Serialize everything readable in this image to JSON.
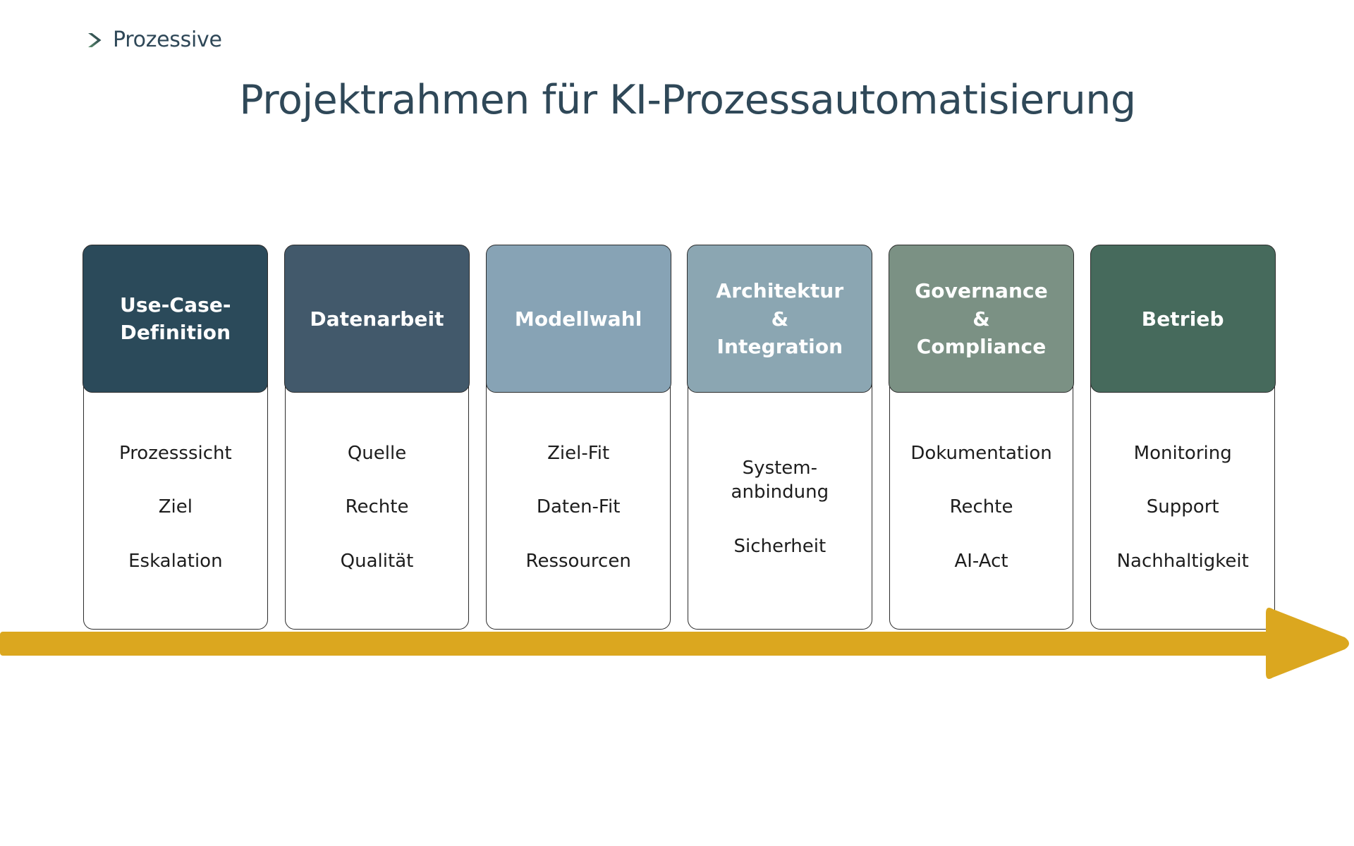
{
  "brand": {
    "logo_text": "Prozessive",
    "logo_icon": "chevron-right-icon",
    "logo_gradient_start": "#5d8f6f",
    "logo_gradient_end": "#1f3344",
    "title_color": "#2f4858"
  },
  "header": {
    "title": "Projektrahmen für KI-Prozessautomatisierung"
  },
  "diagram": {
    "type": "process-phases",
    "arrow": {
      "icon": "right-arrow",
      "color": "#dba71f",
      "direction": "left-to-right"
    },
    "phases": [
      {
        "title": "Use-Case-\nDefinition",
        "color": "#2b4a5a",
        "text_color": "#ffffff",
        "items": [
          "Prozesssicht",
          "Ziel",
          "Eskalation"
        ]
      },
      {
        "title": "Datenarbeit",
        "color": "#42596b",
        "text_color": "#ffffff",
        "items": [
          "Quelle",
          "Rechte",
          "Qualität"
        ]
      },
      {
        "title": "Modellwahl",
        "color": "#87a3b5",
        "text_color": "#ffffff",
        "items": [
          "Ziel-Fit",
          "Daten-Fit",
          "Ressourcen"
        ]
      },
      {
        "title": "Architektur\n&\nIntegration",
        "color": "#8ba6b2",
        "text_color": "#ffffff",
        "items": [
          "System-\nanbindung",
          "Sicherheit"
        ]
      },
      {
        "title": "Governance\n&\nCompliance",
        "color": "#7b9184",
        "text_color": "#ffffff",
        "items": [
          "Dokumentation",
          "Rechte",
          "AI-Act"
        ]
      },
      {
        "title": "Betrieb",
        "color": "#466a5c",
        "text_color": "#ffffff",
        "items": [
          "Monitoring",
          "Support",
          "Nachhaltigkeit"
        ]
      }
    ]
  }
}
